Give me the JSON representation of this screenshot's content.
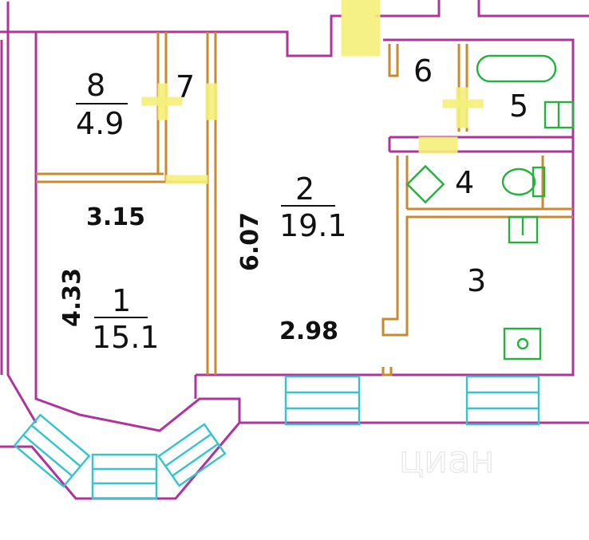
{
  "rooms": [
    {
      "number": "1",
      "area": "15.1"
    },
    {
      "number": "2",
      "area": "19.1"
    },
    {
      "number": "3",
      "area": ""
    },
    {
      "number": "4",
      "area": ""
    },
    {
      "number": "5",
      "area": ""
    },
    {
      "number": "6",
      "area": ""
    },
    {
      "number": "7",
      "area": ""
    },
    {
      "number": "8",
      "area": "4.9"
    }
  ],
  "dimensions": {
    "room1_width": "3.15",
    "room1_length": "4.33",
    "room2_length": "6.07",
    "room2_width": "2.98"
  },
  "watermark": "циан",
  "colors": {
    "outer_wall": "#b0339b",
    "partition": "#c98a2e",
    "window": "#33c4cc",
    "door": "#f5f07a",
    "fixture": "#23b23b"
  }
}
